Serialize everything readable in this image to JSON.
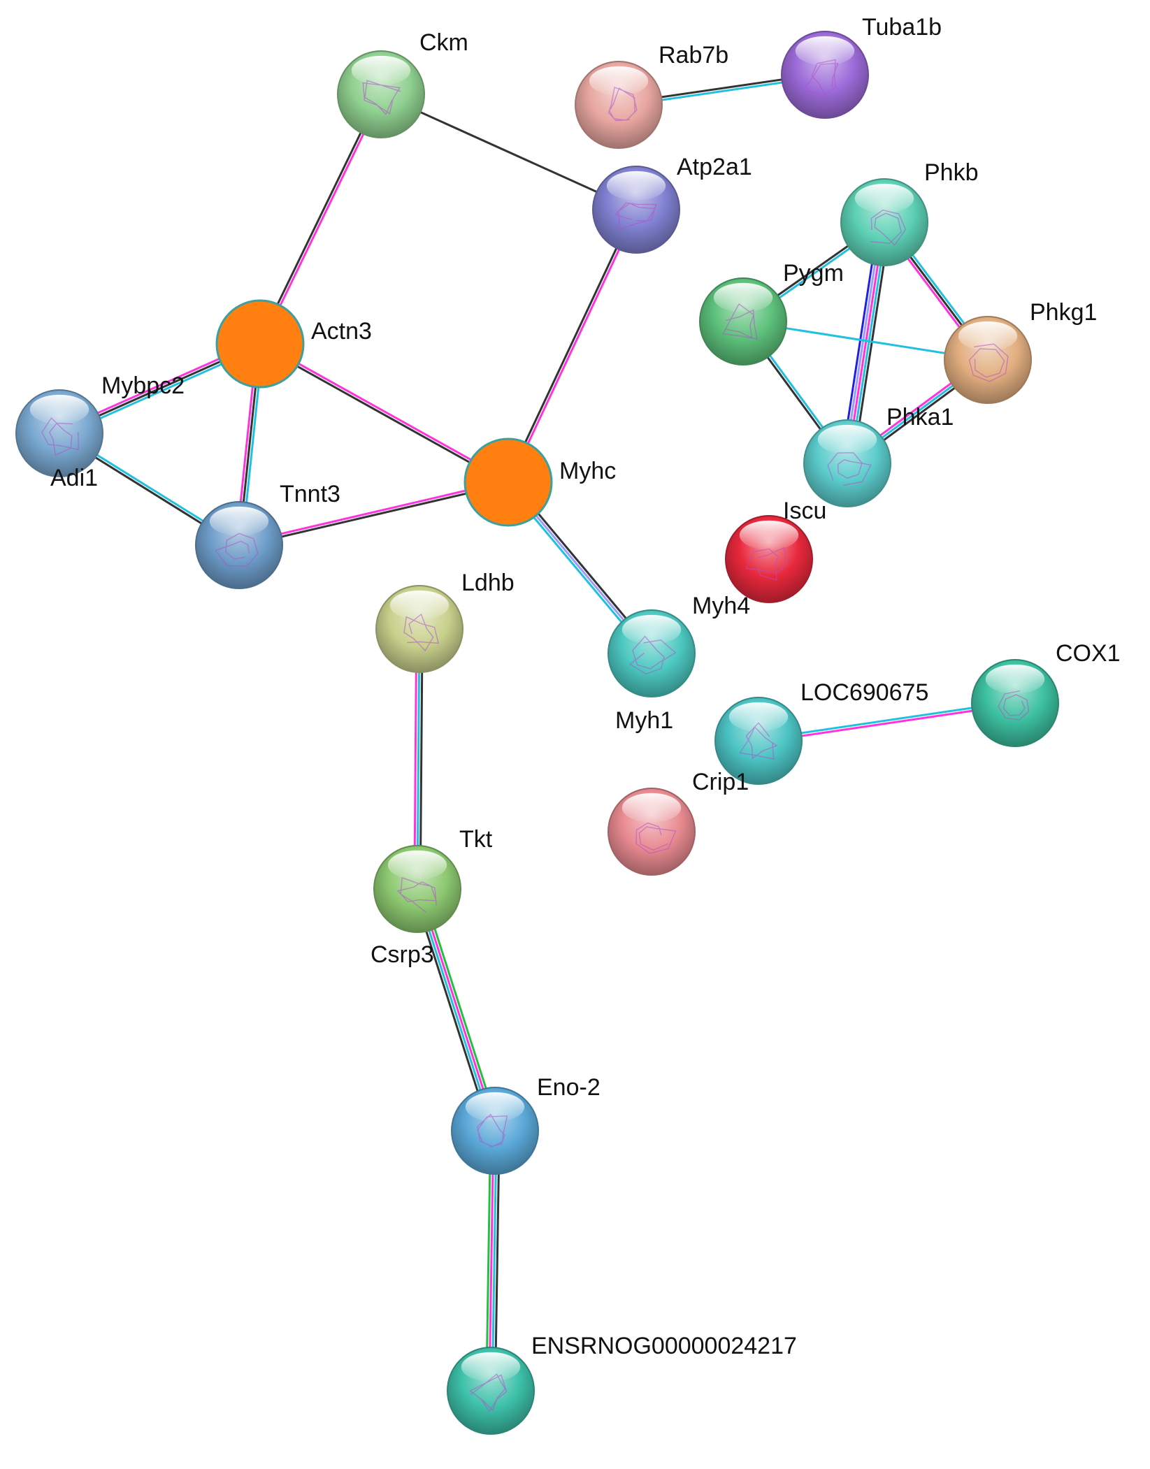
{
  "network": {
    "nodes": [
      {
        "id": "ckm",
        "label": "Ckm",
        "color": "#8fd08f",
        "style": "sphere"
      },
      {
        "id": "rab7b",
        "label": "Rab7b",
        "color": "#e8a6a0",
        "style": "sphere"
      },
      {
        "id": "tuba1b",
        "label": "Tuba1b",
        "color": "#9b6ad8",
        "style": "sphere"
      },
      {
        "id": "atp2a1",
        "label": "Atp2a1",
        "color": "#7f80d0",
        "style": "sphere"
      },
      {
        "id": "phkb",
        "label": "Phkb",
        "color": "#5cd0b4",
        "style": "sphere"
      },
      {
        "id": "pygm",
        "label": "Pygm",
        "color": "#5cc07a",
        "style": "sphere"
      },
      {
        "id": "phkg1",
        "label": "Phkg1",
        "color": "#e2ae80",
        "style": "sphere"
      },
      {
        "id": "actn3",
        "label": "Actn3",
        "color": "#ff8010",
        "style": "flat"
      },
      {
        "id": "mybpc2",
        "label": "Mybpc2",
        "color": "#7aa8d0",
        "style": "none"
      },
      {
        "id": "adi1",
        "label": "Adi1",
        "color": "#7aa8d0",
        "style": "sphere"
      },
      {
        "id": "phka1",
        "label": "Phka1",
        "color": "#5ccccc",
        "style": "none"
      },
      {
        "id": "tnnt3",
        "label": "Tnnt3",
        "color": "#6c9cc8",
        "style": "sphere"
      },
      {
        "id": "myhc",
        "label": "Myhc",
        "color": "#ff8010",
        "style": "flat"
      },
      {
        "id": "iscu",
        "label": "Iscu",
        "color": "#5ccccc",
        "style": "sphere"
      },
      {
        "id": "ldhb",
        "label": "Ldhb",
        "color": "#c8d08c",
        "style": "sphere"
      },
      {
        "id": "myh4",
        "label": "Myh4",
        "color": "#e8283c",
        "style": "sphere"
      },
      {
        "id": "myh1",
        "label": "Myh1",
        "color": "#4cc8c0",
        "style": "sphere"
      },
      {
        "id": "loc690675",
        "label": "LOC690675",
        "color": "#4cc4c4",
        "style": "none"
      },
      {
        "id": "cox1",
        "label": "COX1",
        "color": "#3cc0a0",
        "style": "sphere"
      },
      {
        "id": "crip1",
        "label": "Crip1",
        "color": "#4cc4c4",
        "style": "sphere"
      },
      {
        "id": "crip1_node",
        "label": "",
        "color": "#e88a90",
        "style": "sphere"
      },
      {
        "id": "tkt",
        "label": "Tkt",
        "color": "#8cc870",
        "style": "sphere"
      },
      {
        "id": "csrp3",
        "label": "Csrp3",
        "color": "#8cc870",
        "style": "none"
      },
      {
        "id": "eno2",
        "label": "Eno-2",
        "color": "#5aa8d8",
        "style": "sphere"
      },
      {
        "id": "ensrnog",
        "label": "ENSRNOG00000024217",
        "color": "#3cc0a8",
        "style": "sphere"
      }
    ],
    "edges": [
      {
        "source": "ckm",
        "target": "actn3",
        "colors": [
          "#ff33dd",
          "#333333"
        ]
      },
      {
        "source": "ckm",
        "target": "atp2a1",
        "colors": [
          "#333333"
        ]
      },
      {
        "source": "rab7b",
        "target": "tuba1b",
        "colors": [
          "#333333",
          "#22c0e0"
        ]
      },
      {
        "source": "atp2a1",
        "target": "myhc",
        "colors": [
          "#ff33dd",
          "#333333"
        ]
      },
      {
        "source": "actn3",
        "target": "myhc",
        "colors": [
          "#ff33dd",
          "#333333"
        ]
      },
      {
        "source": "actn3",
        "target": "adi1",
        "colors": [
          "#22c0e0",
          "#333333",
          "#ff33dd"
        ]
      },
      {
        "source": "actn3",
        "target": "tnnt3",
        "colors": [
          "#22c0e0",
          "#333333",
          "#ff33dd"
        ]
      },
      {
        "source": "adi1",
        "target": "tnnt3",
        "colors": [
          "#22c0e0",
          "#333333"
        ]
      },
      {
        "source": "tnnt3",
        "target": "myhc",
        "colors": [
          "#ff33dd",
          "#333333"
        ]
      },
      {
        "source": "myhc",
        "target": "myh1",
        "colors": [
          "#333333",
          "#9a9aff",
          "#22c0e0"
        ]
      },
      {
        "source": "phkb",
        "target": "pygm",
        "colors": [
          "#22c0e0",
          "#333333"
        ]
      },
      {
        "source": "phkb",
        "target": "phkg1",
        "colors": [
          "#22c0e0",
          "#333333",
          "#ff33dd"
        ]
      },
      {
        "source": "phkb",
        "target": "iscu",
        "colors": [
          "#333333",
          "#22c0e0",
          "#ff33dd",
          "#9a9aff",
          "#2020e0"
        ]
      },
      {
        "source": "pygm",
        "target": "phkg1",
        "colors": [
          "#22c0e0"
        ]
      },
      {
        "source": "pygm",
        "target": "iscu",
        "colors": [
          "#22c0e0",
          "#333333"
        ]
      },
      {
        "source": "phkg1",
        "target": "iscu",
        "colors": [
          "#333333",
          "#22c0e0",
          "#ff33dd"
        ]
      },
      {
        "source": "crip1",
        "target": "cox1",
        "colors": [
          "#22c0e0",
          "#ff33dd"
        ]
      },
      {
        "source": "ldhb",
        "target": "tkt",
        "colors": [
          "#333333",
          "#22c0e0",
          "#ff33dd"
        ]
      },
      {
        "source": "tkt",
        "target": "eno2",
        "colors": [
          "#22c040",
          "#ff33dd",
          "#22c0e0",
          "#333333"
        ]
      },
      {
        "source": "eno2",
        "target": "ensrnog",
        "colors": [
          "#333333",
          "#22c0e0",
          "#ff33dd",
          "#22c040"
        ]
      }
    ]
  }
}
